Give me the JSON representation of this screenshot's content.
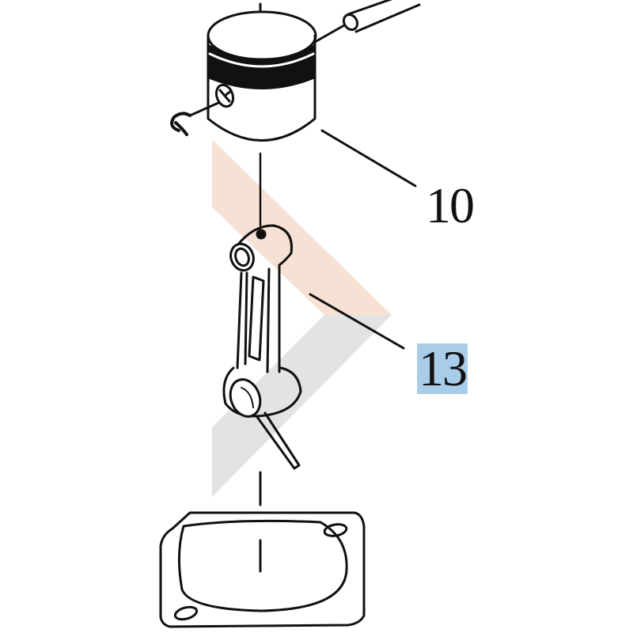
{
  "diagram": {
    "callouts": [
      {
        "number": "10",
        "part": "piston"
      },
      {
        "number": "13",
        "part": "connecting-rod",
        "highlighted": true
      }
    ],
    "colors": {
      "line": "#111111",
      "watermark_orange": "#f7e1d4",
      "watermark_gray": "#e3e3e3",
      "highlight": "#a9cde8"
    }
  }
}
